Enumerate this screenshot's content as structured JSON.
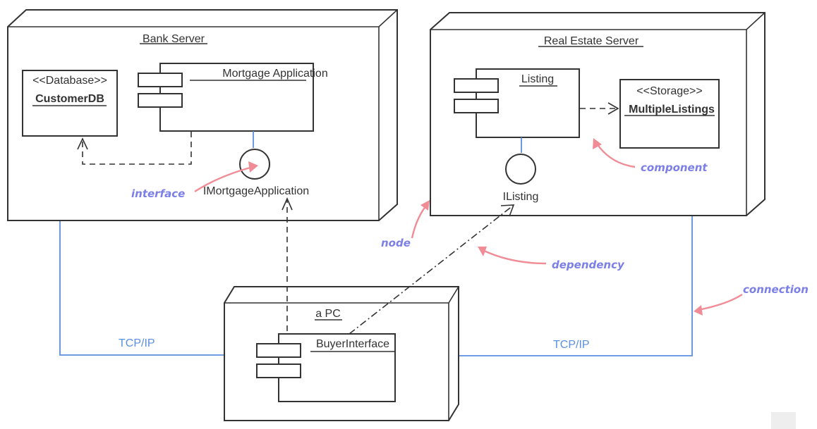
{
  "nodes": {
    "bank_server": {
      "title": "Bank Server"
    },
    "real_estate_server": {
      "title": "Real Estate Server"
    },
    "pc": {
      "title": "a PC"
    }
  },
  "components": {
    "mortgage_app": {
      "name": "Mortgage Application"
    },
    "listing": {
      "name": "Listing"
    },
    "buyer_interface": {
      "name": "BuyerInterface"
    }
  },
  "artifacts": {
    "customer_db": {
      "stereotype": "<<Database>>",
      "name": "CustomerDB"
    },
    "multiple_listings": {
      "stereotype": "<<Storage>>",
      "name": "MultipleListings"
    }
  },
  "interfaces": {
    "imortgage": {
      "name": "IMortgageApplication"
    },
    "ilisting": {
      "name": "IListing"
    }
  },
  "connections": {
    "left": {
      "label": "TCP/IP"
    },
    "right": {
      "label": "TCP/IP"
    }
  },
  "annotations": {
    "interface": "interface",
    "component": "component",
    "node": "node",
    "dependency": "dependency",
    "connection": "connection"
  },
  "colors": {
    "connection": "#5b8fe0",
    "annotation_text": "#7b7fe6",
    "annotation_arrow": "#f08c96"
  }
}
